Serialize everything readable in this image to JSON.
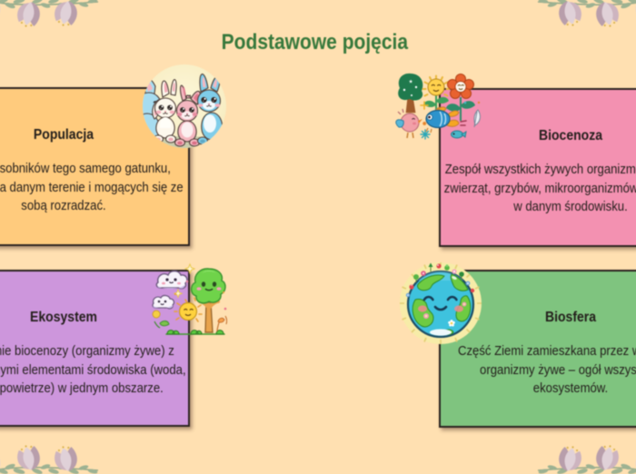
{
  "slide": {
    "title": "Podstawowe pojęcia",
    "background_color": "#FFE0B1",
    "title_color": "#37793C"
  },
  "cards": [
    {
      "title": "Populacja",
      "text": "Grupa osobników tego samego gatunku,\nżyjących na danym terenie i mogących się ze\nsobą rozradzać.",
      "color": "#FFCB7D",
      "illustration": "bunnies-in-circle"
    },
    {
      "title": "Biocenoza",
      "text": "Zespół wszystkich żywych organizmów – roślin,\nzwierząt, grzybów, mikroorganizmów – żyjących\nw danym środowisku.",
      "color": "#F391B1",
      "illustration": "nature-doodles"
    },
    {
      "title": "Ekosystem",
      "text": "Połączenie biocenozy (organizmy żywe) z\nnieożywionymi elementami środowiska (woda,\ngleba, powietrze) w jednym obszarze.",
      "color": "#CD96DC",
      "illustration": "kawaii-landscape-doodles"
    },
    {
      "title": "Biosfera",
      "text": "Część Ziemi zamieszkana przez wszystkie\norganizmy żywe – ogół wszystkich\nekosystemów.",
      "color": "#7FC47F",
      "illustration": "smiling-earth-emblem"
    }
  ],
  "decorations": {
    "corner_flowers": "mauve-magnolia-garland",
    "positions": [
      "top-left",
      "top-right",
      "bottom-left",
      "bottom-right"
    ]
  }
}
